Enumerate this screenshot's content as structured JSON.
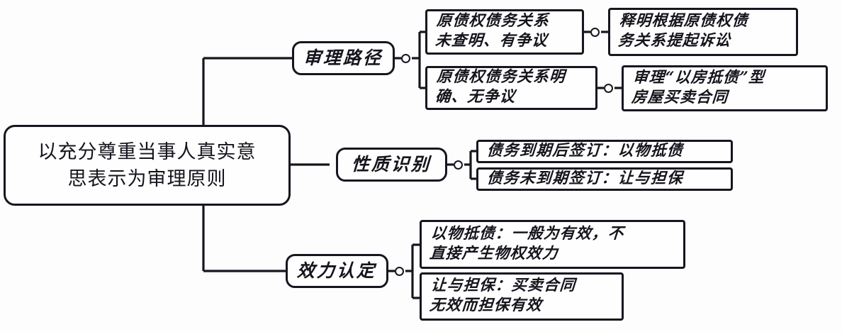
{
  "diagram": {
    "type": "mind-map",
    "title_node": "以充分尊重当事人真实意\n思表示为审理原则",
    "colors": {
      "background": "#fdfdfd",
      "node_fill": "#fefefe",
      "stroke": "#16161f",
      "text": "#14141c"
    },
    "branches": [
      {
        "id": "trial-path",
        "label": "审理路径",
        "children": [
          {
            "id": "unclear-debt",
            "text": "原债权债务关系\n未查明、有争议",
            "children": [
              {
                "id": "explain-original-claim",
                "text": "释明根据原债权债\n务关系提起诉讼"
              }
            ]
          },
          {
            "id": "clear-debt",
            "text": "原债权债务关系明\n确、无争议",
            "children": [
              {
                "id": "house-sale-contract",
                "text": "审理“以房抵债”型\n房屋买卖合同"
              }
            ]
          }
        ]
      },
      {
        "id": "nature-identification",
        "label": "性质识别",
        "children": [
          {
            "id": "after-due",
            "text": "债务到期后签订：以物抵债",
            "children": []
          },
          {
            "id": "before-due",
            "text": "债务未到期签订：让与担保",
            "children": []
          }
        ]
      },
      {
        "id": "validity-determination",
        "label": "效力认定",
        "children": [
          {
            "id": "debt-in-kind-validity",
            "text": "以物抵债：一般为有效，不\n直接产生物权效力",
            "children": []
          },
          {
            "id": "transfer-guarantee-validity",
            "text": "让与担保：买卖合同\n无效而担保有效",
            "children": []
          }
        ]
      }
    ]
  }
}
